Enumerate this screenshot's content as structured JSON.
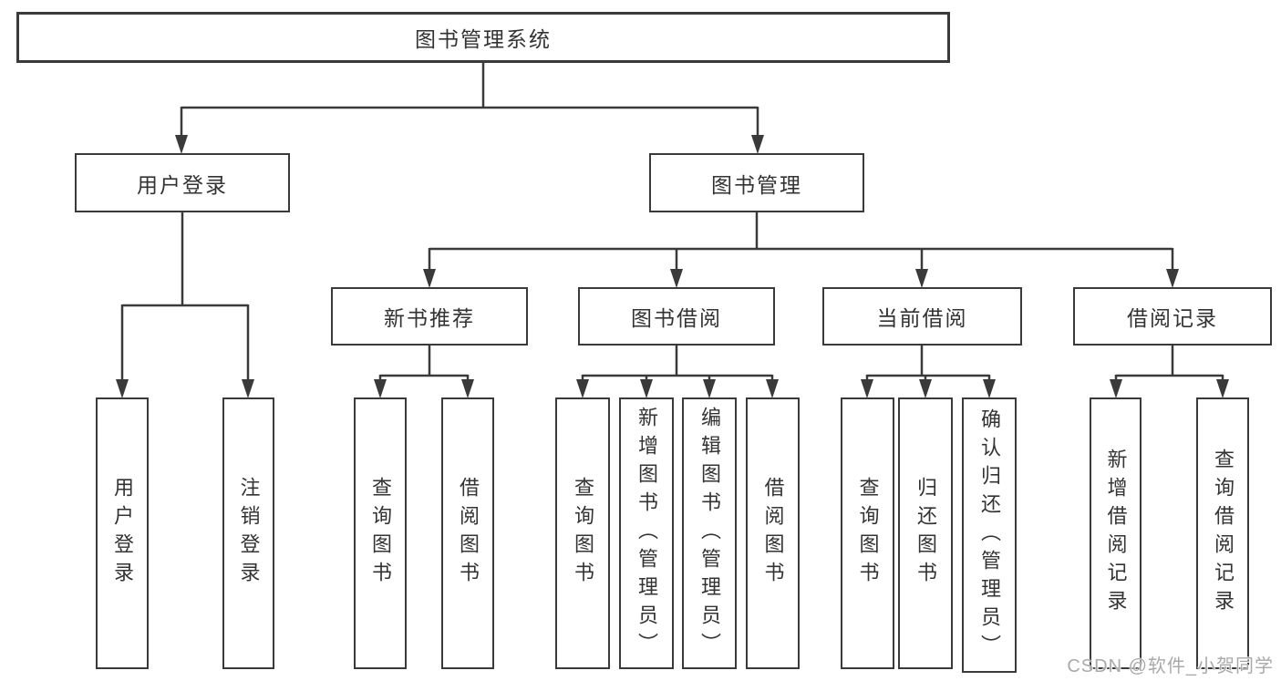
{
  "diagram": {
    "title": "图书管理系统",
    "nodes": {
      "root": {
        "label": "图书管理系统"
      },
      "user_login": {
        "label": "用户登录"
      },
      "book_management": {
        "label": "图书管理"
      },
      "new_book_recommend": {
        "label": "新书推荐"
      },
      "book_borrowing": {
        "label": "图书借阅"
      },
      "current_borrowing": {
        "label": "当前借阅"
      },
      "borrowing_records": {
        "label": "借阅记录"
      },
      "leaf_user_login": {
        "label": "用户登录"
      },
      "leaf_logout": {
        "label": "注销登录"
      },
      "leaf_query_books_recommend": {
        "label": "查询图书"
      },
      "leaf_borrow_books_recommend": {
        "label": "借阅图书"
      },
      "leaf_query_books_borrowing": {
        "label": "查询图书"
      },
      "leaf_add_books_admin": {
        "label": "新增图书（管理员）"
      },
      "leaf_edit_books_admin": {
        "label": "编辑图书（管理员）"
      },
      "leaf_borrow_books_borrowing": {
        "label": "借阅图书"
      },
      "leaf_query_books_current": {
        "label": "查询图书"
      },
      "leaf_return_books": {
        "label": "归还图书"
      },
      "leaf_confirm_return_admin": {
        "label": "确认归还（管理员）"
      },
      "leaf_add_borrow_record": {
        "label": "新增借阅记录"
      },
      "leaf_query_borrow_record": {
        "label": "查询借阅记录"
      }
    },
    "colors": {
      "line": "#3a3a3a",
      "text": "#333333",
      "background": "#ffffff",
      "watermark": "#a9a9a9"
    }
  },
  "watermark": {
    "text": "CSDN @软件_小贺同学"
  }
}
